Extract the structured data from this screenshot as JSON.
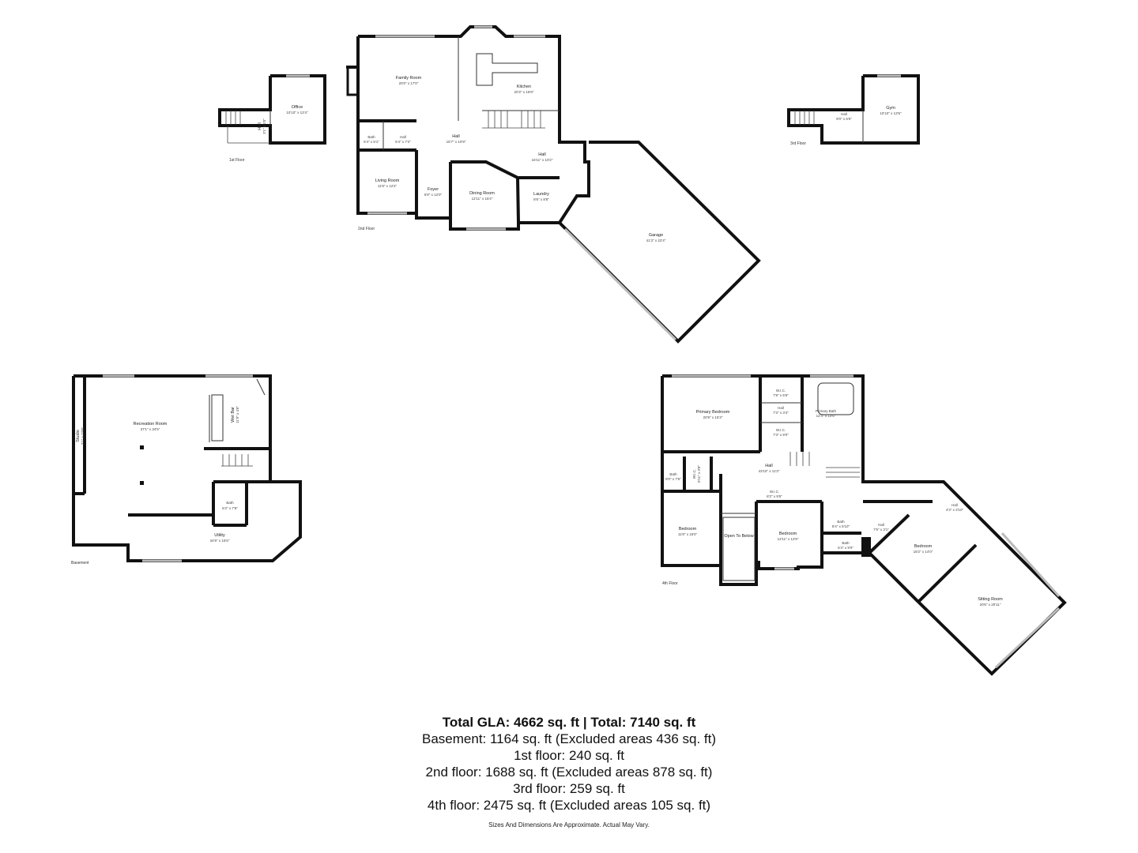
{
  "floors": {
    "first": {
      "label": "1st Floor",
      "rooms": [
        {
          "name": "Office",
          "dims": "10'10\" x 13'4\""
        },
        {
          "name": "Hall",
          "dims": "3'1\" x 5'5\""
        }
      ]
    },
    "second": {
      "label": "2nd Floor",
      "rooms": [
        {
          "name": "Family Room",
          "dims": "20'0\" x 17'0\""
        },
        {
          "name": "Kitchen",
          "dims": "20'2\" x 16'8\""
        },
        {
          "name": "Bath",
          "dims": "5'4\" x 5'1\""
        },
        {
          "name": "Hall",
          "dims": "5'4\" x 7'2\""
        },
        {
          "name": "Hall",
          "dims": "15'7\" x 10'9\""
        },
        {
          "name": "Hall",
          "dims": "16'11\" x 10'2\""
        },
        {
          "name": "Living Room",
          "dims": "11'8\" x 12'2\""
        },
        {
          "name": "Foyer",
          "dims": "6'8\" x 12'0\""
        },
        {
          "name": "Dining Room",
          "dims": "12'11\" x 15'4\""
        },
        {
          "name": "Laundry",
          "dims": "8'6\" x 8'8\""
        },
        {
          "name": "Garage",
          "dims": "41'3\" x 22'4\""
        }
      ]
    },
    "third": {
      "label": "3rd Floor",
      "rooms": [
        {
          "name": "Hall",
          "dims": "9'0\" x 6'5\""
        },
        {
          "name": "Gym",
          "dims": "10'10\" x 13'5\""
        }
      ]
    },
    "basement": {
      "label": "Basement",
      "rooms": [
        {
          "name": "Recreation Room",
          "dims": "37'1\" x 34'5\""
        },
        {
          "name": "Wet Bar",
          "dims": "11'9\" x 4'6\""
        },
        {
          "name": "Studio",
          "dims": "2'1\" x 23'8\""
        },
        {
          "name": "Bath",
          "dims": "6'2\" x 7'8\""
        },
        {
          "name": "Utility",
          "dims": "34'9\" x 15'5\""
        }
      ]
    },
    "fourth": {
      "label": "4th Floor",
      "rooms": [
        {
          "name": "Primary Bedroom",
          "dims": "20'9\" x 15'3\""
        },
        {
          "name": "W.I.C.",
          "dims": "7'8\" x 5'6\""
        },
        {
          "name": "Hall",
          "dims": "7'3\" x 3'4\""
        },
        {
          "name": "W.I.C.",
          "dims": "7'3\" x 9'0\""
        },
        {
          "name": "Primary Bath",
          "dims": "12'4\" x 14'6\""
        },
        {
          "name": "Hall",
          "dims": "43'10\" x 11'3\""
        },
        {
          "name": "Bath",
          "dims": "8'0\" x 7'5\""
        },
        {
          "name": "W.I.C.",
          "dims": "8'11\" x 3'8\""
        },
        {
          "name": "Bedroom",
          "dims": "11'8\" x 15'0\""
        },
        {
          "name": "Open To Below",
          "dims": ""
        },
        {
          "name": "W.I.C.",
          "dims": "8'2\" x 9'5\""
        },
        {
          "name": "Bedroom",
          "dims": "12'11\" x 12'9\""
        },
        {
          "name": "Bath",
          "dims": "8'4\" x 5'10\""
        },
        {
          "name": "Bath",
          "dims": "6'4\" x 9'0\""
        },
        {
          "name": "Hall",
          "dims": "7'5\" x 3'1\""
        },
        {
          "name": "Hall",
          "dims": "4'3\" x 3'10\""
        },
        {
          "name": "Bedroom",
          "dims": "18'2\" x 14'0\""
        },
        {
          "name": "Sitting Room",
          "dims": "20'6\" x 20'11\""
        }
      ]
    }
  },
  "summary": {
    "total": "Total GLA: 4662 sq. ft | Total: 7140 sq. ft",
    "lines": [
      "Basement: 1164 sq. ft (Excluded areas 436 sq. ft)",
      "1st floor: 240 sq. ft",
      "2nd floor: 1688 sq. ft (Excluded areas 878 sq. ft)",
      "3rd floor: 259 sq. ft",
      "4th floor: 2475 sq. ft (Excluded areas 105 sq. ft)"
    ],
    "note": "Sizes And Dimensions Are Approximate. Actual May Vary."
  }
}
